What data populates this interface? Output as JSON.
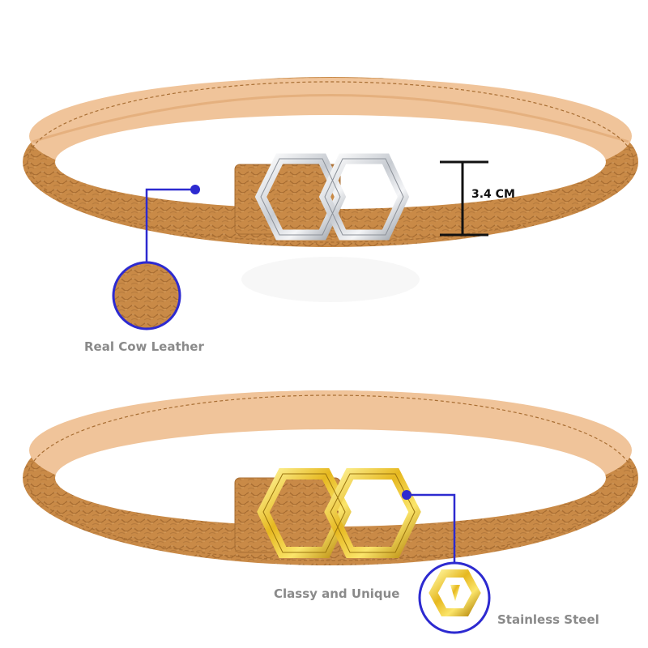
{
  "labels": {
    "width_measure": "3.4 CM",
    "leather": "Real Cow Leather",
    "design": "Classy and Unique",
    "material": "Stainless Steel"
  },
  "colors": {
    "background": "#ffffff",
    "leather_outer": "#c98a47",
    "leather_inner": "#f0c49a",
    "stitch": "#a86e33",
    "buckle_silver": "#d6d9de",
    "buckle_gold": "#e6b820",
    "callout_line": "#2d2ad0",
    "label_text": "#8a8a8a",
    "measure_text": "#111111"
  },
  "images": [
    {
      "name": "silver-buckle-belt",
      "buckle_finish": "silver"
    },
    {
      "name": "gold-buckle-belt",
      "buckle_finish": "gold"
    }
  ]
}
